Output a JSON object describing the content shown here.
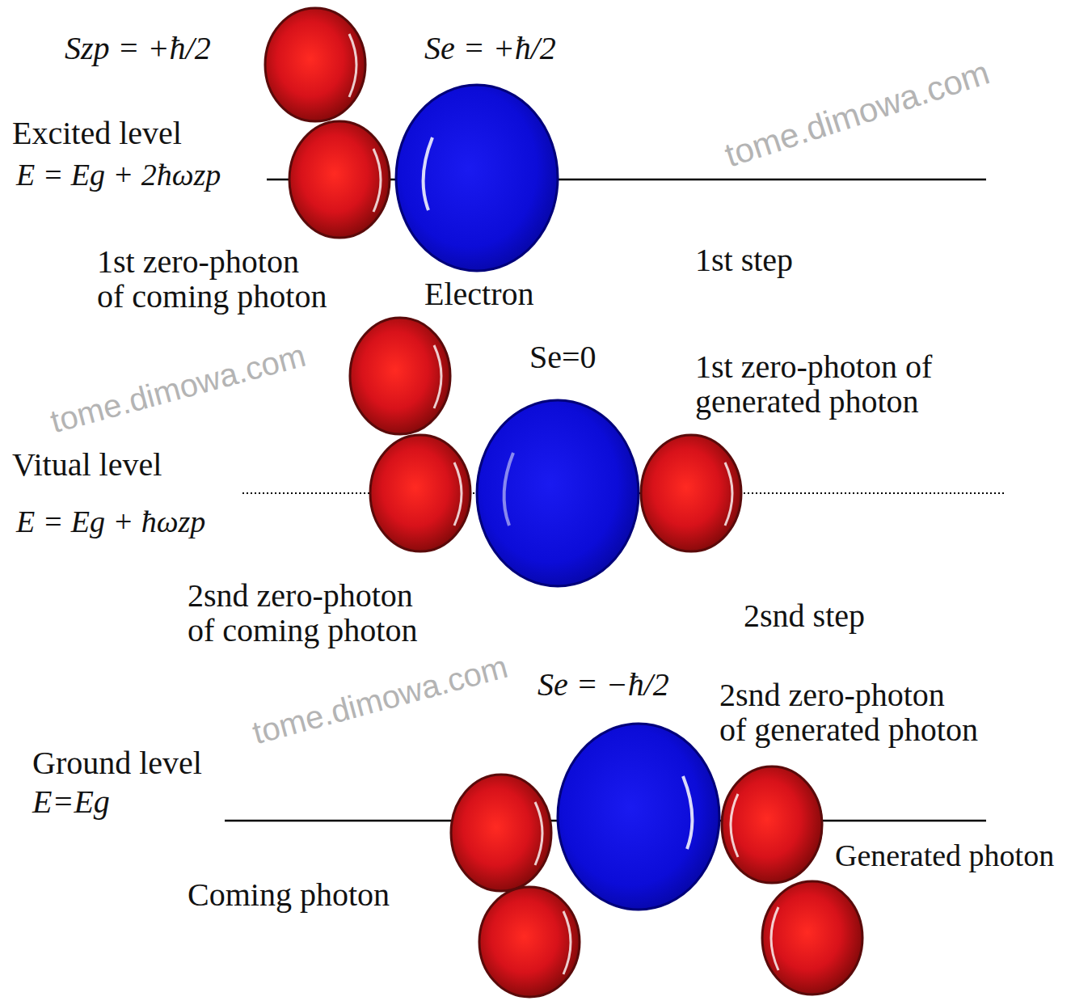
{
  "diagram": {
    "labels": [
      "Szp = +ħ/2",
      "Se = +ħ/2",
      "Excited level",
      "E = Eg + 2ħωzp",
      "1st zero-photon of coming photon",
      "Electron",
      "1st step",
      "Se=0",
      "1st zero-photon of generated photon",
      "Vitual level",
      "E = Eg + ħωzp",
      "2snd zero-photon of coming photon",
      "2snd step",
      "Se = −ħ/2",
      "2snd zero-photon of generated photon",
      "Ground level",
      "E=Eg",
      "Coming photon",
      "Generated photon",
      "tome.dimowa.com",
      "tome.dimowa.com",
      "tome.dimowa.com"
    ]
  }
}
